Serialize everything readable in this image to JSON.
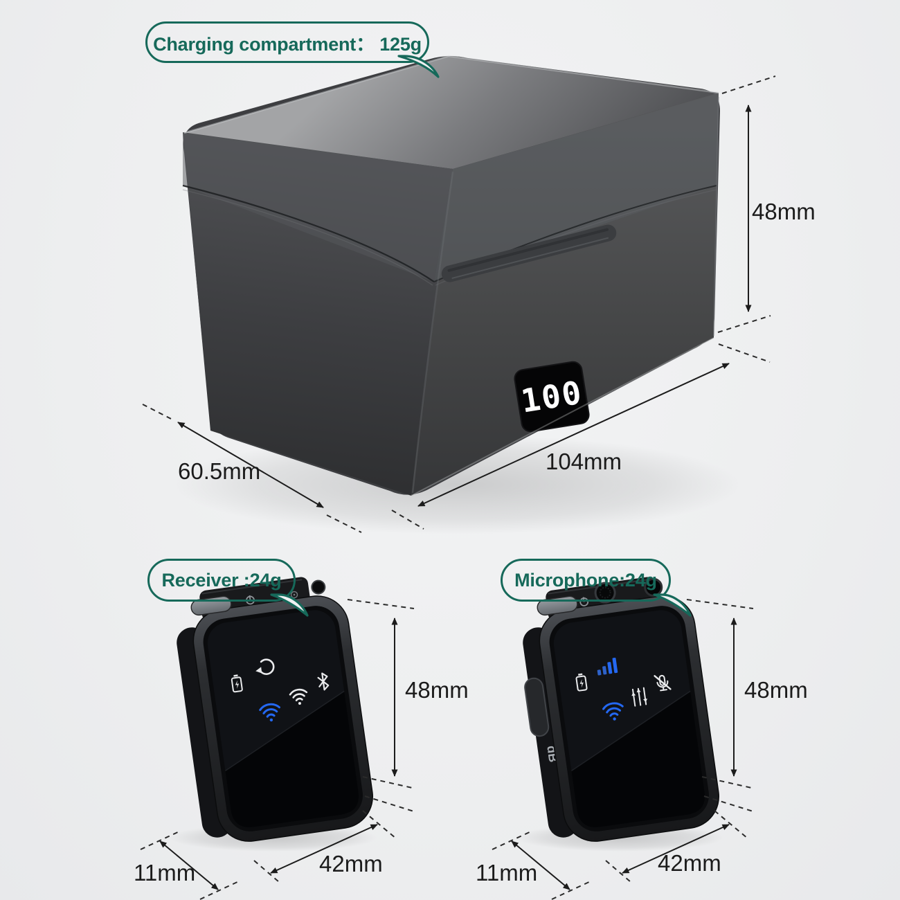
{
  "colors": {
    "background": "#eef0f1",
    "accent": "#16695a",
    "dimension_text": "#1b1b1b",
    "icon_blue": "#2468f2",
    "icon_white": "#e9eaec",
    "led_text": "#ffffff"
  },
  "callouts": {
    "charging_case": "Charging compartment： 125g",
    "receiver": "Receiver :24g",
    "microphone": "Microphone:24g"
  },
  "charging_case": {
    "led_display": "100",
    "dims": {
      "height": "48mm",
      "length": "104mm",
      "depth": "60.5mm"
    }
  },
  "receiver": {
    "dims": {
      "height": "48mm",
      "width": "42mm",
      "depth": "11mm"
    },
    "icons": [
      "battery-icon",
      "return-icon",
      "wifi-icon-active",
      "wifi-icon",
      "bluetooth-icon"
    ]
  },
  "microphone": {
    "dims": {
      "height": "48mm",
      "width": "42mm",
      "depth": "11mm"
    },
    "side_label": "dB",
    "icons": [
      "battery-icon",
      "signal-bars-icon",
      "wifi-icon-active",
      "eq-sliders-icon",
      "mic-mute-icon"
    ]
  }
}
